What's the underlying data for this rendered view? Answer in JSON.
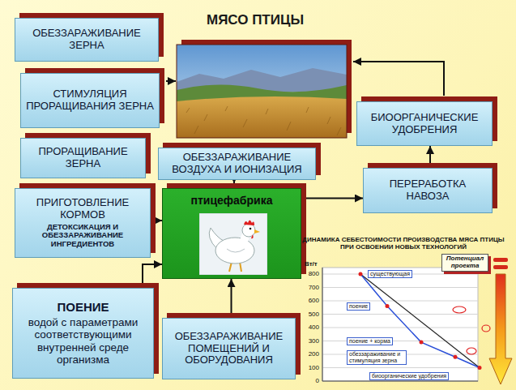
{
  "diagram": {
    "title": "МЯСО ПТИЦЫ",
    "nodes": [
      {
        "text": [
          "ОБЕЗЗАРАЖИВАНИЕ ЗЕРНА"
        ]
      },
      {
        "text": [
          "СТИМУЛЯЦИЯ ПРОРАЩИВАНИЯ ЗЕРНА"
        ]
      },
      {
        "text": [
          "ПРОРАЩИВАНИЕ ЗЕРНА"
        ]
      },
      {
        "text": [
          "ПРИГОТОВЛЕНИЕ КОРМОВ",
          "ДЕТОКСИКАЦИЯ И ОБЕЗЗАРАЖИВАНИЕ ИНГРЕДИЕНТОВ"
        ]
      },
      {
        "text": [
          "ПОЕНИЕ",
          "водой с параметрами соответствующими внутренней среде организма"
        ]
      },
      {
        "text": [
          "ОБЕЗЗАРАЖИВАНИЕ ВОЗДУХА И ИОНИЗАЦИЯ"
        ]
      },
      {
        "text": [
          "птицефабрика"
        ]
      },
      {
        "text": [
          "ОБЕЗЗАРАЖИВАНИЕ ПОМЕЩЕНИЙ И ОБОРУДОВАНИЯ"
        ]
      },
      {
        "text": [
          "БИООРГАНИЧЕСКИЕ УДОБРЕНИЯ"
        ]
      },
      {
        "text": [
          "ПЕРЕРАБОТКА НАВОЗА"
        ]
      }
    ],
    "edges": [
      {
        "from": 3,
        "to": 6,
        "arrow": "to"
      },
      {
        "from": 4,
        "to": 6,
        "arrow": "to"
      },
      {
        "from": 5,
        "to": 6,
        "arrow": "to"
      },
      {
        "from": 7,
        "to": 6,
        "arrow": "to"
      },
      {
        "from": 6,
        "to": 9,
        "arrow": "to"
      },
      {
        "from": 9,
        "to": 8,
        "arrow": "to"
      }
    ],
    "labels": [
      "ДИНАМИКА СЕБЕСТОИМОСТИ ПРОИЗВОДСТВА МЯСА ПТИЦЫ ПРИ ОСВОЕНИИ НОВЫХ ТЕХНОЛОГИЙ",
      "Вт/т",
      "800",
      "700",
      "600",
      "500",
      "400",
      "300",
      "200",
      "100",
      "0",
      "существующая",
      "поение",
      "поение + корма",
      "обеззараживание и стимуляция зерна",
      "биоорганические удобрения",
      "Потенциал проекта"
    ]
  }
}
